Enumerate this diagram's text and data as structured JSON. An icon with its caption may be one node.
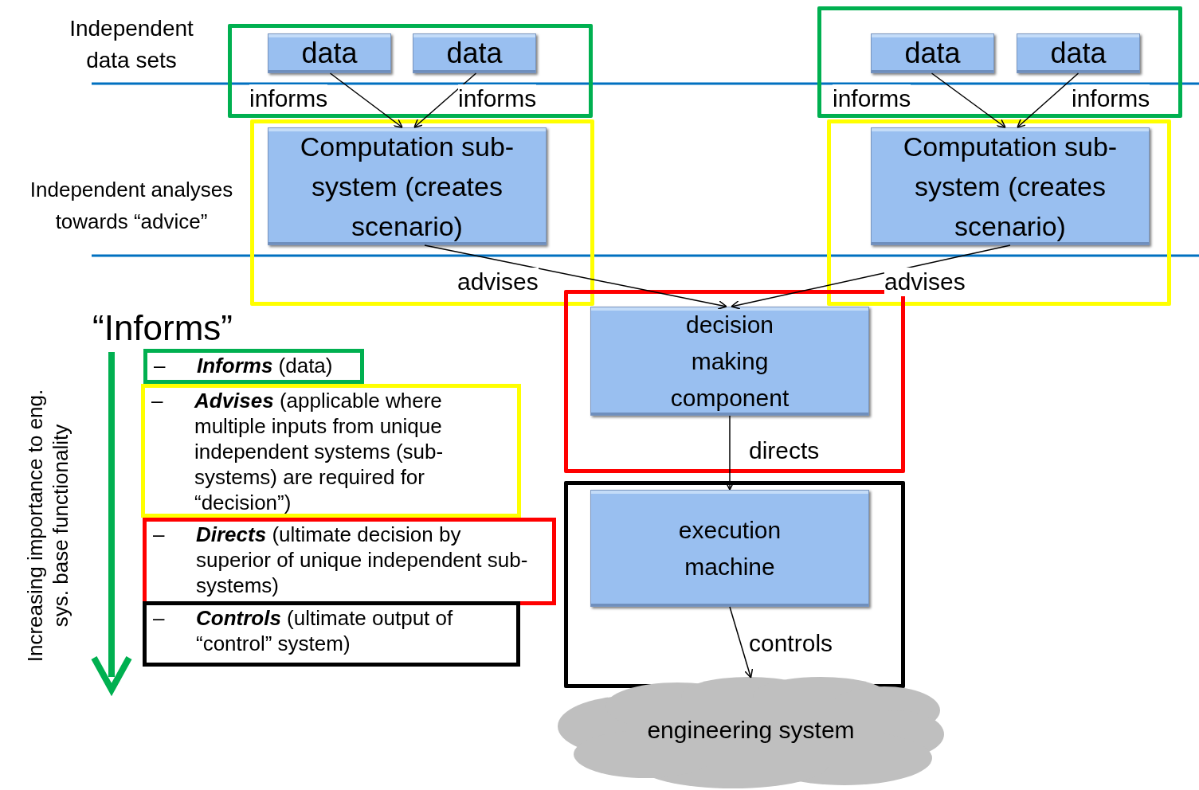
{
  "diagram": {
    "nodes": [
      {
        "text": [],
        "shape": "box"
      },
      {
        "text": [
          "data"
        ],
        "in": 0
      },
      {
        "text": [
          "data"
        ],
        "in": 0
      },
      {
        "text": [],
        "shape": "box"
      },
      {
        "text": [
          "data"
        ],
        "in": 3
      },
      {
        "text": [
          "data"
        ],
        "in": 3
      },
      {
        "text": [],
        "shape": "box"
      },
      {
        "text": [
          "Computation sub-system (creates scenario)"
        ],
        "in": 6
      },
      {
        "text": [],
        "shape": "box"
      },
      {
        "text": [
          "Computation sub-system (creates scenario)"
        ],
        "in": 8
      },
      {
        "text": [],
        "shape": "box"
      },
      {
        "text": [
          "decision making component"
        ],
        "in": 10
      },
      {
        "text": [],
        "shape": "box"
      },
      {
        "text": [
          "execution machine"
        ],
        "in": 12
      },
      {
        "text": [
          "engineering system"
        ]
      },
      {
        "text": [
          "–",
          "**Informs** (data)"
        ]
      },
      {
        "text": [
          "–",
          "**Advises** (applicable where multiple inputs from unique independent systems (sub-systems) are required for “decision”)"
        ]
      },
      {
        "text": [
          "–",
          "**Directs** (ultimate decision by superior of unique independent sub-systems)"
        ]
      },
      {
        "text": [
          "–",
          "**Controls** (ultimate output of “control” system)"
        ]
      }
    ],
    "edges": [
      {
        "from": 1,
        "to": 7,
        "arrow": "to",
        "label": "informs"
      },
      {
        "from": 2,
        "to": 7,
        "arrow": "to",
        "label": "informs"
      },
      {
        "from": 4,
        "to": 9,
        "arrow": "to",
        "label": "informs"
      },
      {
        "from": 5,
        "to": 9,
        "arrow": "to",
        "label": "informs"
      },
      {
        "from": 7,
        "to": 11,
        "arrow": "to",
        "label": "advises"
      },
      {
        "from": 9,
        "to": 11,
        "arrow": "to",
        "label": "advises"
      },
      {
        "from": 11,
        "to": 13,
        "arrow": "to",
        "label": "directs"
      },
      {
        "from": 13,
        "to": 14,
        "arrow": "to",
        "label": "controls"
      }
    ],
    "labels": [
      "Independent data sets",
      "Independent analyses towards “advice”",
      "“Informs”",
      "Increasing importance to eng. sys. base functionality"
    ]
  }
}
